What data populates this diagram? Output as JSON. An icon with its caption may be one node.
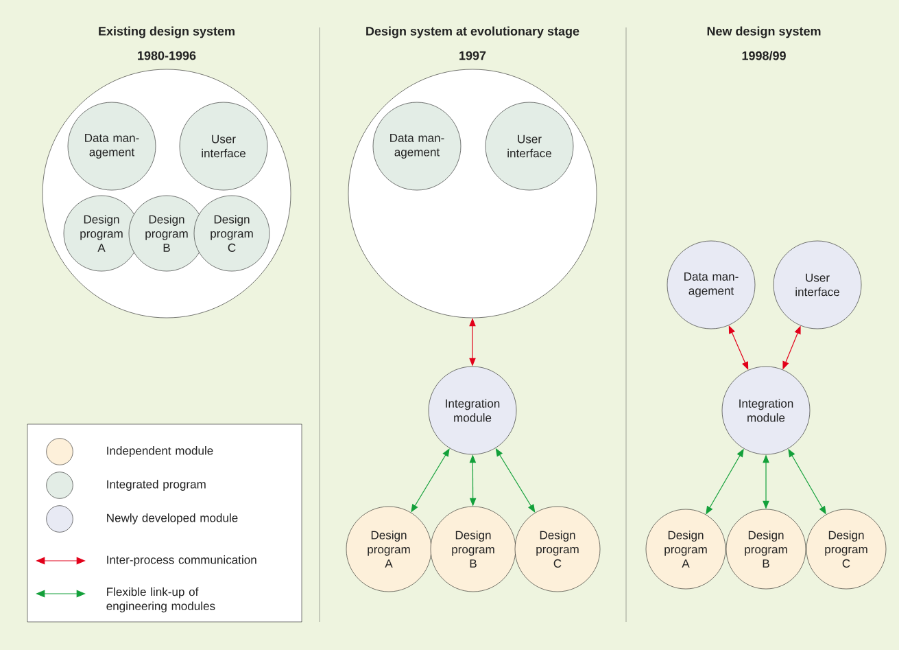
{
  "diagram": {
    "nodes": [
      {
        "text": [],
        "shape": "circle"
      },
      {
        "text": [
          "Data man- agement"
        ],
        "in": 0
      },
      {
        "text": [
          "User interface"
        ],
        "in": 0
      },
      {
        "text": [
          "Design program A"
        ],
        "in": 0
      },
      {
        "text": [
          "Design program B"
        ],
        "in": 0
      },
      {
        "text": [
          "Design program C"
        ],
        "in": 0
      },
      {
        "text": [],
        "shape": "circle"
      },
      {
        "text": [
          "Data man- agement"
        ],
        "in": 6
      },
      {
        "text": [
          "User interface"
        ],
        "in": 6
      },
      {
        "text": [
          "Integration module"
        ]
      },
      {
        "text": [
          "Design program A"
        ]
      },
      {
        "text": [
          "Design program B"
        ]
      },
      {
        "text": [
          "Design program C"
        ]
      },
      {
        "text": [
          "Data man- agement"
        ]
      },
      {
        "text": [
          "User interface"
        ]
      },
      {
        "text": [
          "Integration module"
        ]
      },
      {
        "text": [
          "Design program A"
        ]
      },
      {
        "text": [
          "Design program B"
        ]
      },
      {
        "text": [
          "Design program C"
        ]
      }
    ],
    "edges": [
      {
        "from": 6,
        "to": 9,
        "arrow": "both",
        "color": "#e2001a"
      },
      {
        "from": 9,
        "to": 10,
        "arrow": "both"
      },
      {
        "from": 9,
        "to": 11,
        "arrow": "both"
      },
      {
        "from": 9,
        "to": 12,
        "arrow": "both"
      },
      {
        "from": 13,
        "to": 15,
        "arrow": "both",
        "color": "#e2001a"
      },
      {
        "from": 14,
        "to": 15,
        "arrow": "both",
        "color": "#e2001a"
      },
      {
        "from": 15,
        "to": 16,
        "arrow": "both"
      },
      {
        "from": 15,
        "to": 17,
        "arrow": "both"
      },
      {
        "from": 15,
        "to": 18,
        "arrow": "both"
      }
    ],
    "labels": [
      "Existing design system",
      "1980-1996",
      "Design system at evolutionary stage",
      "1997",
      "New design system",
      "1998/99"
    ],
    "legend": [
      {
        "text": "Independent module",
        "color": "#fdf0da"
      },
      {
        "text": "Integrated program",
        "color": "#e3ede6"
      },
      {
        "text": "Newly developed module",
        "color": "#e8eaf4"
      },
      {
        "text": "Inter-process communication"
      },
      {
        "text": "Flexible link-up of engineering modules"
      }
    ]
  }
}
